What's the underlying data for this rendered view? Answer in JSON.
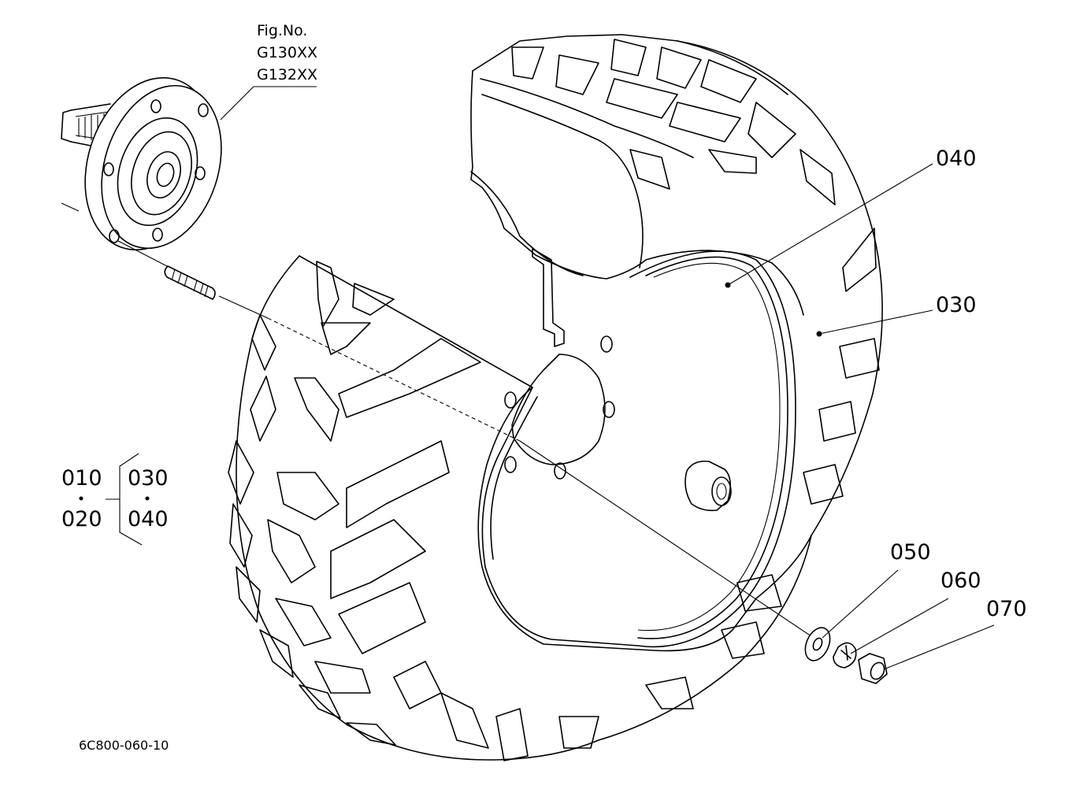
{
  "figure": {
    "fig_heading": "Fig.No.",
    "fig_numbers": [
      "G130XX",
      "G132XX"
    ]
  },
  "callouts": {
    "p040": "040",
    "p030": "030",
    "p050": "050",
    "p060": "060",
    "p070": "070"
  },
  "assembly_group": {
    "left_top": "010",
    "left_bottom": "020",
    "right_top": "030",
    "right_bottom": "040"
  },
  "drawing_number": "6C800-060-10"
}
